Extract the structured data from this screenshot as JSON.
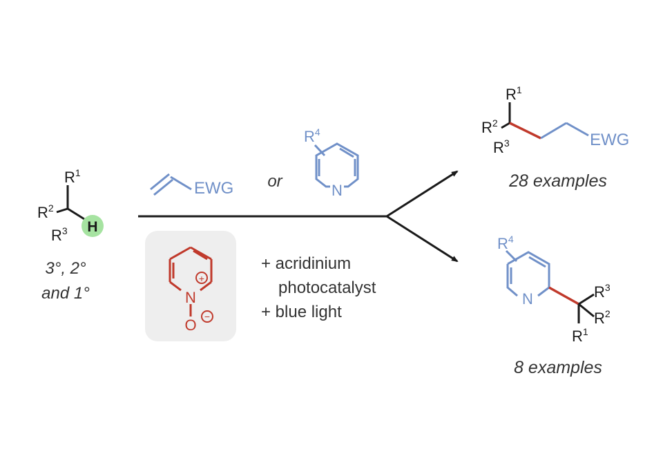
{
  "colors": {
    "black": "#1a1a1a",
    "blue": "#7090c8",
    "red": "#c0392b",
    "green_highlight": "#a6e3a1",
    "catalyst_box": "#eeeeee"
  },
  "substrate": {
    "r1": "R",
    "r1_sup": "1",
    "r2": "R",
    "r2_sup": "2",
    "r3": "R",
    "r3_sup": "3",
    "h": "H",
    "selectivity_line1": "3°, 2°",
    "selectivity_line2": "and 1°"
  },
  "reagents": {
    "acceptor_label": "EWG",
    "or_text": "or",
    "pyridine_r": "R",
    "pyridine_r_sup": "4",
    "pyridine_n": "N",
    "noxide_n": "N",
    "noxide_plus": "+",
    "noxide_o": "O",
    "noxide_minus": "−",
    "conditions_line1": "+ acridinium",
    "conditions_line2": "photocatalyst",
    "conditions_line3": "+ blue light"
  },
  "product_top": {
    "r1": "R",
    "r1_sup": "1",
    "r2": "R",
    "r2_sup": "2",
    "r3": "R",
    "r3_sup": "3",
    "ewg": "EWG",
    "examples": "28 examples"
  },
  "product_bottom": {
    "r4": "R",
    "r4_sup": "4",
    "n": "N",
    "r1": "R",
    "r1_sup": "1",
    "r2": "R",
    "r2_sup": "2",
    "r3": "R",
    "r3_sup": "3",
    "examples": "8 examples"
  }
}
